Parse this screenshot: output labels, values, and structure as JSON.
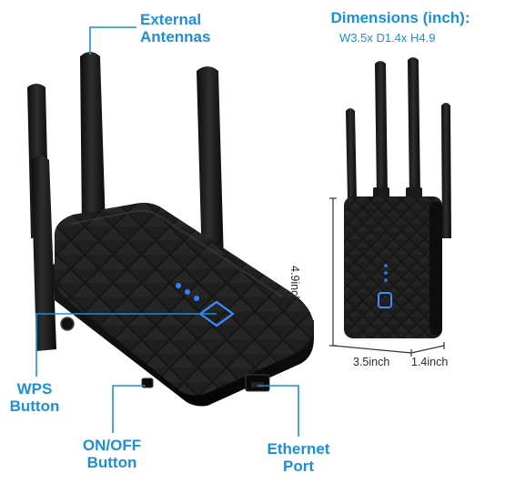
{
  "callouts": {
    "antennas": [
      "External",
      "Antennas"
    ],
    "wps": [
      "WPS",
      "Button"
    ],
    "onoff": [
      "ON/OFF",
      "Button"
    ],
    "ethernet": [
      "Ethernet",
      "Port"
    ]
  },
  "dimensions": {
    "title": "Dimensions (inch):",
    "value": "W3.5x D1.4x H4.9",
    "height": "4.9inch",
    "width": "3.5inch",
    "depth": "1.4inch"
  },
  "colors": {
    "accent": "#1c8fd6",
    "device": "#141414",
    "led": "#2f7fff"
  }
}
